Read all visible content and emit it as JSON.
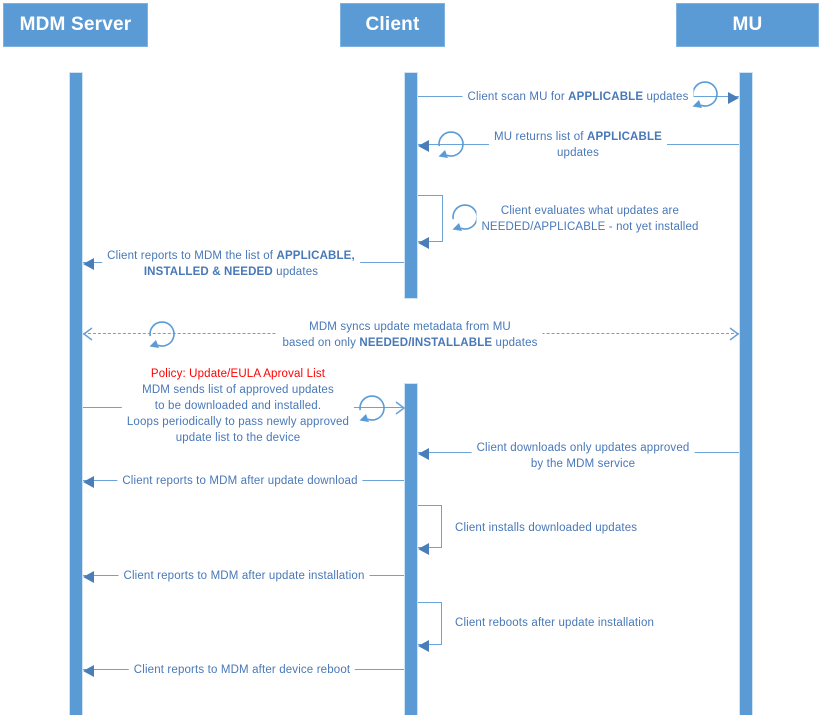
{
  "colors": {
    "accent": "#5b9bd5",
    "line": "#6ba2d8",
    "arrowhead": "#4a7ebb",
    "text": "#4878b8",
    "policy_red": "#ff0000"
  },
  "actors": [
    {
      "label": "MDM Server"
    },
    {
      "label": "Client"
    },
    {
      "label": "MU"
    }
  ],
  "messages": {
    "scan": {
      "p1": "Client scan MU for ",
      "b1": "APPLICABLE",
      "p2": " updates"
    },
    "returns": {
      "p1": "MU returns list of ",
      "b1": "APPLICABLE",
      "l2": "updates"
    },
    "evaluates": {
      "l1": "Client evaluates what updates are",
      "l2": "NEEDED/APPLICABLE - not yet installed"
    },
    "reports_list": {
      "p1": "Client reports to MDM the list of ",
      "b1": "APPLICABLE,",
      "b2": "INSTALLED & NEEDED",
      "p2": " updates"
    },
    "sync": {
      "l1": "MDM syncs update metadata from MU",
      "p1": "based on only ",
      "b1": "NEEDED/INSTALLABLE",
      "p2": " updates"
    },
    "policy": {
      "title": "Policy: Update/EULA Aproval List",
      "l1": "MDM sends list of approved updates",
      "l2": "to be downloaded and installed.",
      "l3": "Loops periodically to pass newly approved",
      "l4": "update list to the device"
    },
    "downloads": {
      "l1": "Client downloads only updates approved",
      "l2": "by the MDM service"
    },
    "report_download": "Client reports to MDM after update download",
    "installs": "Client installs downloaded updates",
    "report_install": "Client reports to MDM after update installation",
    "reboots": "Client reboots after update installation",
    "report_reboot": "Client reports to MDM after device reboot"
  }
}
